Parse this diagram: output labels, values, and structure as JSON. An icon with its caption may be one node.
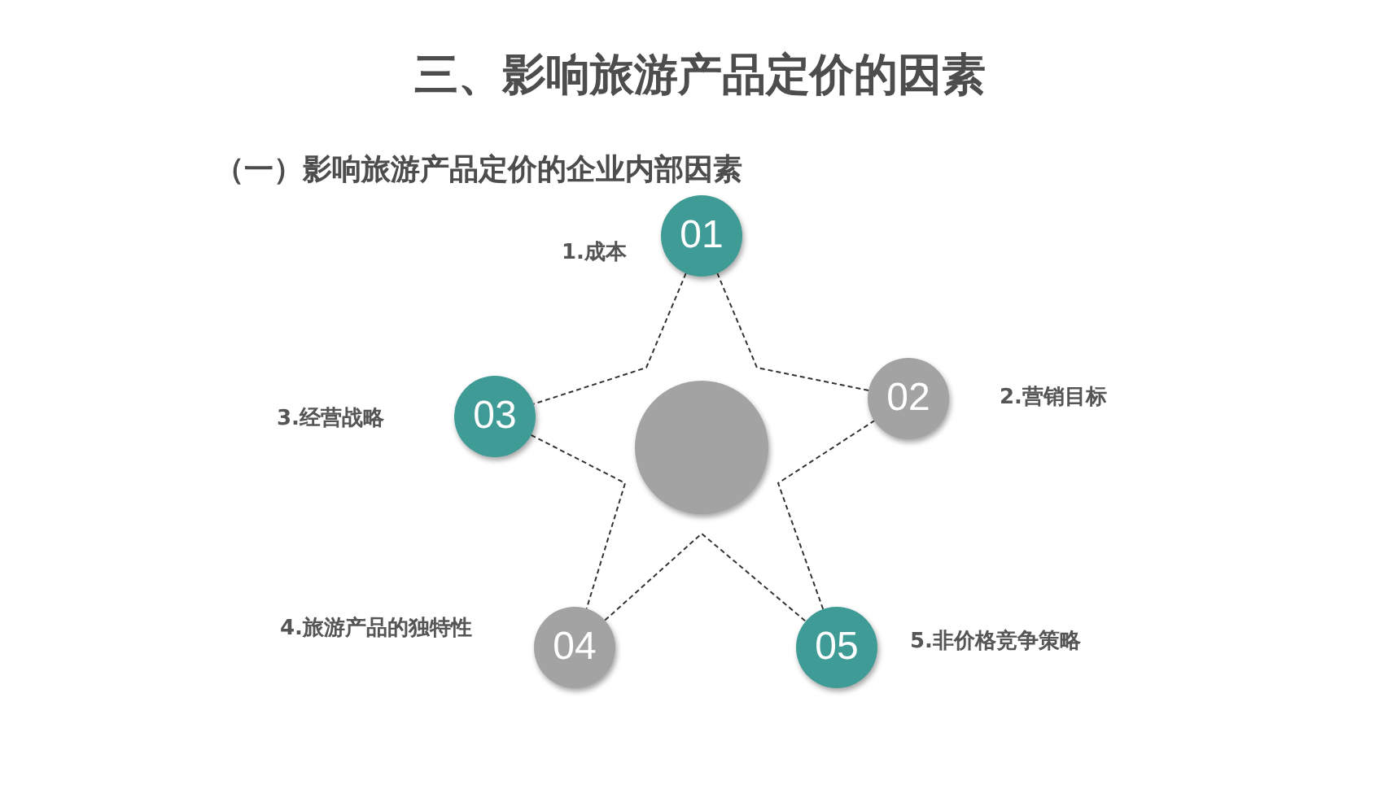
{
  "diagram": {
    "title": "三、影响旅游产品定价的因素",
    "nodes": [
      {
        "text": [
          "01"
        ],
        "beside": [
          "1.成本"
        ]
      },
      {
        "text": [
          "02"
        ],
        "beside": [
          "2.营销目标"
        ]
      },
      {
        "text": [
          "03"
        ],
        "beside": [
          "3.经营战略"
        ]
      },
      {
        "text": [
          "04"
        ],
        "beside": [
          "4.旅游产品的独特性"
        ]
      },
      {
        "text": [
          "05"
        ],
        "beside": [
          "5.非价格竞争策略"
        ]
      },
      {
        "text": [],
        "shape": "circle"
      }
    ],
    "edges": [
      {
        "from": 0,
        "to": 2,
        "arrow": "none",
        "style": "dashed"
      },
      {
        "from": 2,
        "to": 3,
        "arrow": "none",
        "style": "dashed"
      },
      {
        "from": 3,
        "to": 4,
        "arrow": "none",
        "style": "dashed"
      },
      {
        "from": 4,
        "to": 1,
        "arrow": "none",
        "style": "dashed"
      },
      {
        "from": 1,
        "to": 0,
        "arrow": "none",
        "style": "dashed"
      }
    ],
    "labels": [
      "（一）影响旅游产品定价的企业内部因素"
    ]
  }
}
